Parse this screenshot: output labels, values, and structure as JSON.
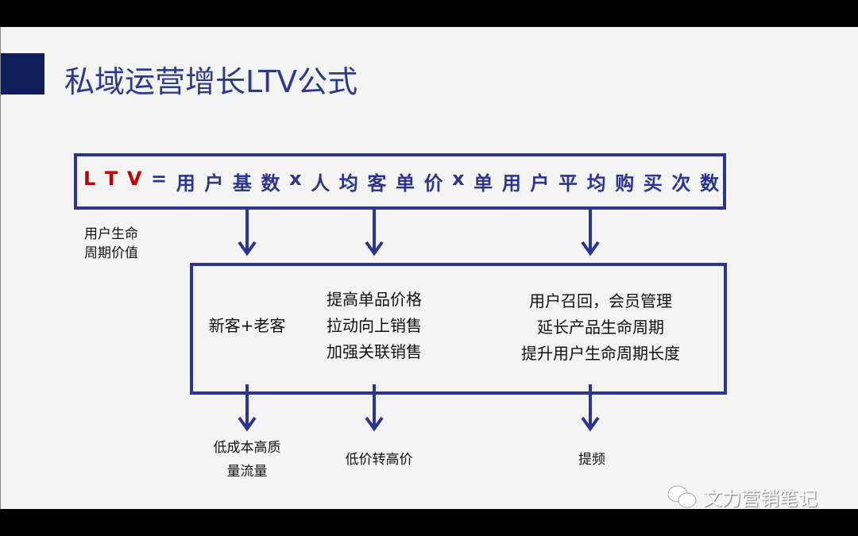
{
  "title": "私域运营增长LTV公式",
  "formula": {
    "ltv": [
      "L",
      "T",
      "V"
    ],
    "rest": [
      "=",
      "用",
      "户",
      "基",
      "数",
      "x",
      "人",
      "均",
      "客",
      "单",
      "价",
      "x",
      "单",
      "用",
      "户",
      "平",
      "均",
      "购",
      "买",
      "次",
      "数"
    ]
  },
  "note": [
    "用户生命",
    "周期价值"
  ],
  "columns": [
    {
      "lines": [
        "新客+老客"
      ],
      "outcome": [
        "低成本高质",
        "量流量"
      ]
    },
    {
      "lines": [
        "提高单品价格",
        "拉动向上销售",
        "加强关联销售"
      ],
      "outcome": [
        "低价转高价"
      ]
    },
    {
      "lines": [
        "用户召回，会员管理",
        "延长产品生命周期",
        "提升用户生命周期长度"
      ],
      "outcome": [
        "提频"
      ]
    }
  ],
  "watermark": "文力营销笔记",
  "colors": {
    "accent": "#2b3490",
    "red": "#c00000",
    "bar": "#0e1f5c"
  }
}
